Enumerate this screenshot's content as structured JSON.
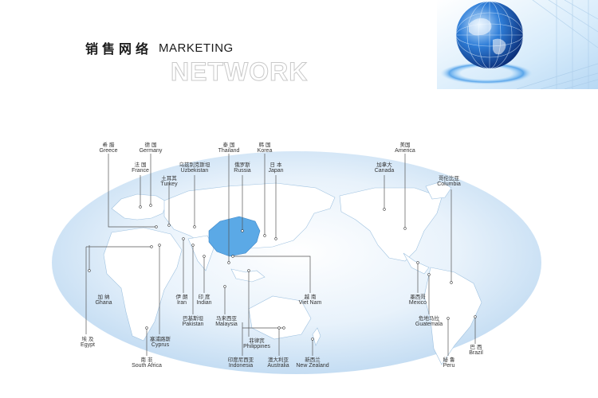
{
  "header": {
    "title_cn": "销售网络",
    "title_en": "MARKETING",
    "subtitle": "NETWORK"
  },
  "countries": [
    {
      "cn": "希 腊",
      "en": "Greece"
    },
    {
      "cn": "德 国",
      "en": "Germany"
    },
    {
      "cn": "法 国",
      "en": "France"
    },
    {
      "cn": "土耳其",
      "en": "Turkey"
    },
    {
      "cn": "乌兹别克斯坦",
      "en": "Uzbekistan"
    },
    {
      "cn": "泰 国",
      "en": "Thailand"
    },
    {
      "cn": "俄罗斯",
      "en": "Russia"
    },
    {
      "cn": "韩 国",
      "en": "Korea"
    },
    {
      "cn": "日 本",
      "en": "Japan"
    },
    {
      "cn": "美国",
      "en": "America"
    },
    {
      "cn": "加拿大",
      "en": "Canada"
    },
    {
      "cn": "哥伦比亚",
      "en": "Columbia"
    },
    {
      "cn": "加 纳",
      "en": "Ghana"
    },
    {
      "cn": "伊 朗",
      "en": "Iran"
    },
    {
      "cn": "印 度",
      "en": "Indian"
    },
    {
      "cn": "越 南",
      "en": "Viet Nam"
    },
    {
      "cn": "墨西哥",
      "en": "Mexico"
    },
    {
      "cn": "巴基斯坦",
      "en": "Pakistan"
    },
    {
      "cn": "马来西亚",
      "en": "Malaysia"
    },
    {
      "cn": "危地马拉",
      "en": "Guatemala"
    },
    {
      "cn": "埃 及",
      "en": "Egypt"
    },
    {
      "cn": "塞浦路斯",
      "en": "Cyprus"
    },
    {
      "cn": "菲律宾",
      "en": "Philippines"
    },
    {
      "cn": "巴 西",
      "en": "Brazil"
    },
    {
      "cn": "南 非",
      "en": "South Africa"
    },
    {
      "cn": "印度尼西亚",
      "en": "Indonesia"
    },
    {
      "cn": "澳大利亚",
      "en": "Australia"
    },
    {
      "cn": "新西兰",
      "en": "New Zealand"
    },
    {
      "cn": "秘 鲁",
      "en": "Peru"
    }
  ],
  "colors": {
    "ocean": "#dcebf8",
    "land": "#ffffff",
    "china": "#5ba9e6",
    "leader": "#555555"
  }
}
